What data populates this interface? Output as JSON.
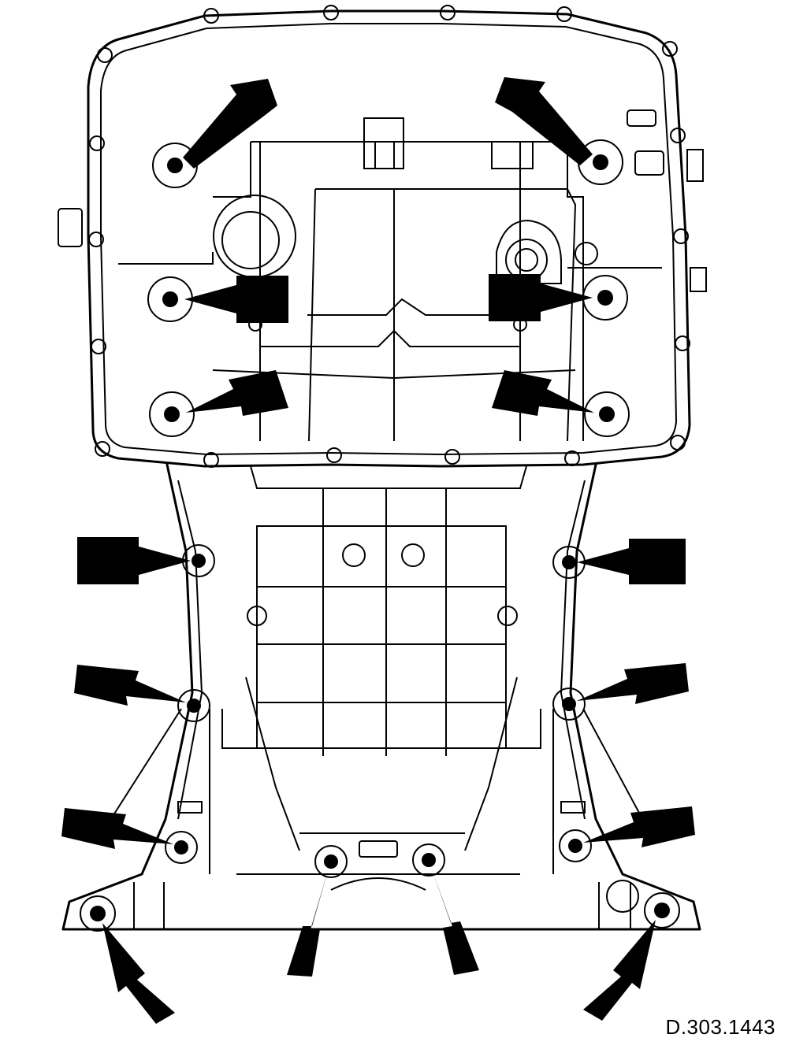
{
  "figure": {
    "reference": "D.303.1443",
    "line_color": "#000000",
    "background": "#ffffff",
    "callouts": {
      "count": 16,
      "marker": "solid-black-arrow",
      "points_to": "bolt-hole"
    }
  }
}
